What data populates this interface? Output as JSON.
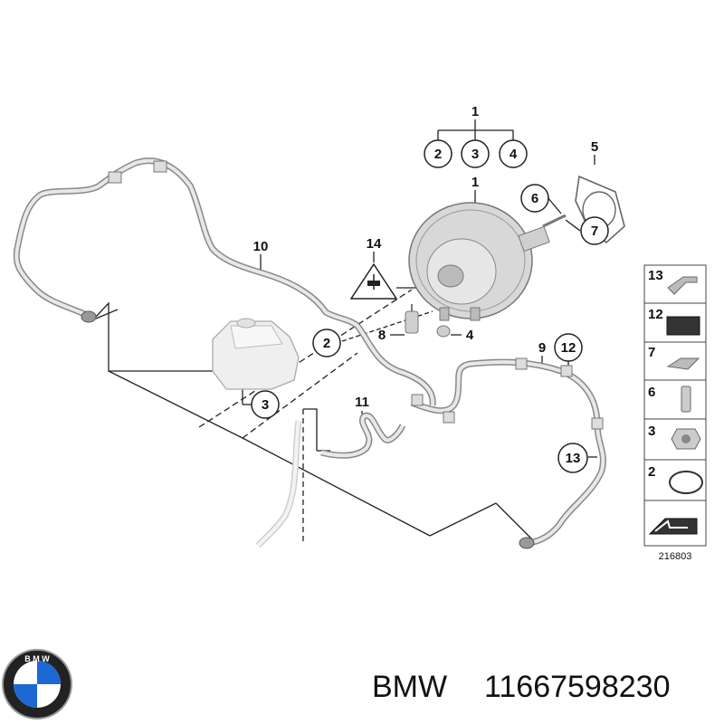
{
  "callouts": {
    "c1_top": "1",
    "c2_top": "2",
    "c3_top": "3",
    "c4_top": "4",
    "c5": "5",
    "c1_booster": "1",
    "c6": "6",
    "c7": "7",
    "c10": "10",
    "c14": "14",
    "c2": "2",
    "c8": "8",
    "c4": "4",
    "c3": "3",
    "c9": "9",
    "c12": "12",
    "c11": "11",
    "c13": "13"
  },
  "legend": {
    "items": [
      "13",
      "12",
      "7",
      "6",
      "3",
      "2"
    ],
    "diagram_number": "216803"
  },
  "footer": {
    "brand": "BMW",
    "part_number": "11667598230"
  },
  "colors": {
    "line": "#222222",
    "part_fill": "#d9d9d9",
    "part_stroke": "#777777",
    "logo_blue": "#1c69d4"
  }
}
